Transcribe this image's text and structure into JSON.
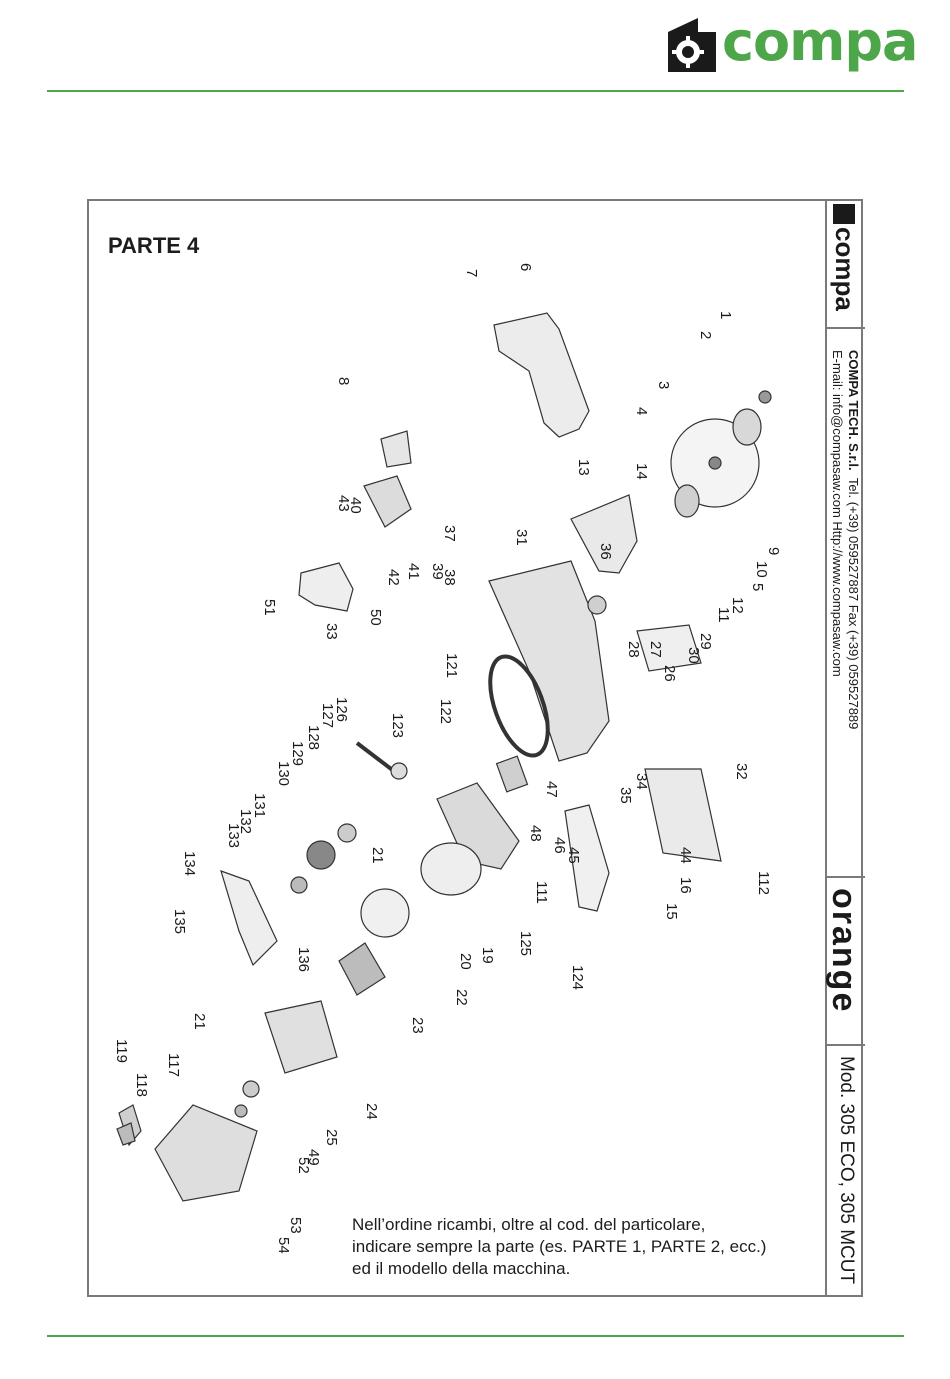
{
  "header": {
    "brand": "compa",
    "registered": "®"
  },
  "sheet": {
    "part_title": "PARTE 4",
    "brand_small": "compa",
    "company_name": "COMPA TECH. S.r.l.",
    "contact_line1": "Tel. (+39) 059527887 Fax (+39) 059527889",
    "contact_line2": "E-mail: info@compasaw.com Http://www.compasaw.com",
    "line_name": "orange",
    "model": "Mod. 305 ECO, 305 MCUT",
    "note_lines": [
      "Nell’ordine ricambi, oltre al cod. del particolare,",
      "indicare sempre la parte (es. PARTE 1, PARTE 2, ecc.)",
      "ed il modello della macchina."
    ]
  },
  "diagram": {
    "part_numbers": [
      "1",
      "2",
      "3",
      "4",
      "5",
      "6",
      "7",
      "8",
      "9",
      "10",
      "11",
      "12",
      "13",
      "14",
      "15",
      "16",
      "19",
      "20",
      "21",
      "21",
      "22",
      "23",
      "24",
      "25",
      "26",
      "27",
      "28",
      "29",
      "30",
      "31",
      "32",
      "33",
      "34",
      "35",
      "36",
      "37",
      "38",
      "39",
      "40",
      "41",
      "42",
      "43",
      "44",
      "45",
      "46",
      "47",
      "48",
      "49",
      "50",
      "51",
      "52",
      "53",
      "54",
      "111",
      "112",
      "117",
      "118",
      "119",
      "121",
      "122",
      "123",
      "124",
      "125",
      "126",
      "127",
      "128",
      "129",
      "130",
      "131",
      "132",
      "133",
      "134",
      "135",
      "136"
    ]
  }
}
